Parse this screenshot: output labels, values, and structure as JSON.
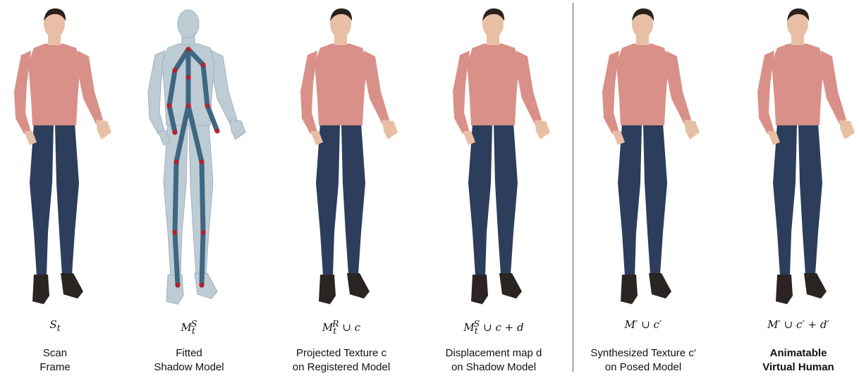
{
  "panels": [
    {
      "id": "scan",
      "math": "S_t",
      "caption": [
        "Scan",
        "Frame"
      ],
      "bold": false,
      "style": "textured"
    },
    {
      "id": "shadow",
      "math": "M_t^S",
      "caption": [
        "Fitted",
        "Shadow Model"
      ],
      "bold": false,
      "style": "mesh"
    },
    {
      "id": "projected",
      "math": "M_t^R ∪ c",
      "caption": [
        "Projected Texture c",
        "on Registered Model"
      ],
      "bold": false,
      "style": "textured"
    },
    {
      "id": "displacement",
      "math": "M_t^S ∪ c + d",
      "caption": [
        "Displacement map d",
        "on Shadow Model"
      ],
      "bold": false,
      "style": "textured"
    },
    {
      "id": "synthesized",
      "math": "M′ ∪ c′",
      "caption": [
        "Synthesized Texture c′",
        "on Posed Model"
      ],
      "bold": false,
      "style": "textured"
    },
    {
      "id": "animatable",
      "math": "M′ ∪ c′ + d′",
      "caption": [
        "Animatable",
        "Virtual Human"
      ],
      "bold": true,
      "style": "textured"
    }
  ],
  "colors": {
    "shirt": "#d99088",
    "skin": "#e8bfa4",
    "jeans": "#2c3e5c",
    "shoes": "#2a2522",
    "hair": "#2b211c",
    "mesh": "#c9d5dc",
    "bone": "#3f6782",
    "joint": "#b3212e"
  }
}
